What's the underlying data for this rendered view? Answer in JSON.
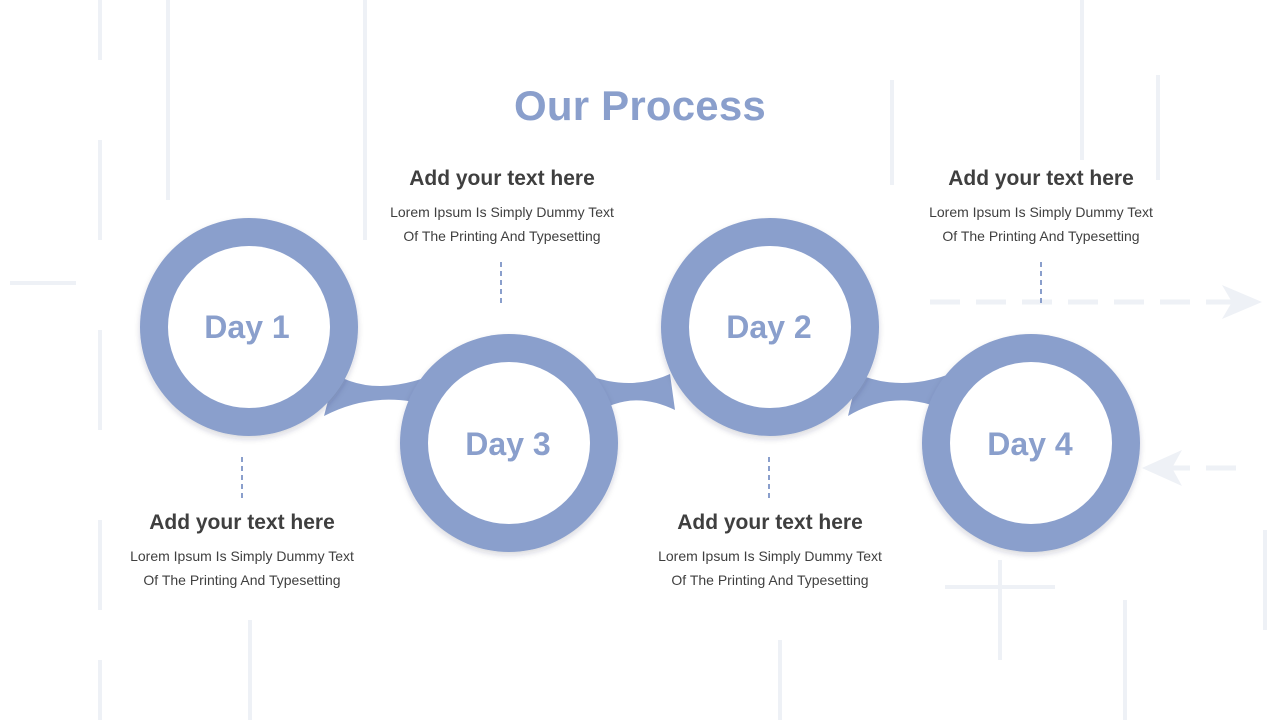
{
  "title": "Our Process",
  "colors": {
    "accent": "#8a9fcc",
    "text": "#3f3f3f",
    "background": "#ffffff"
  },
  "steps": [
    {
      "day": "Day 1",
      "heading": "Add your text here",
      "line1": "Lorem Ipsum Is Simply Dummy Text",
      "line2": "Of The Printing And Typesetting"
    },
    {
      "day": "Day 3",
      "heading": "Add your text here",
      "line1": "Lorem Ipsum Is Simply Dummy Text",
      "line2": "Of The Printing And Typesetting"
    },
    {
      "day": "Day 2",
      "heading": "Add your text here",
      "line1": "Lorem Ipsum Is Simply Dummy Text",
      "line2": "Of The Printing And Typesetting"
    },
    {
      "day": "Day 4",
      "heading": "Add your text here",
      "line1": "Lorem Ipsum Is Simply Dummy Text",
      "line2": "Of The Printing And Typesetting"
    }
  ]
}
